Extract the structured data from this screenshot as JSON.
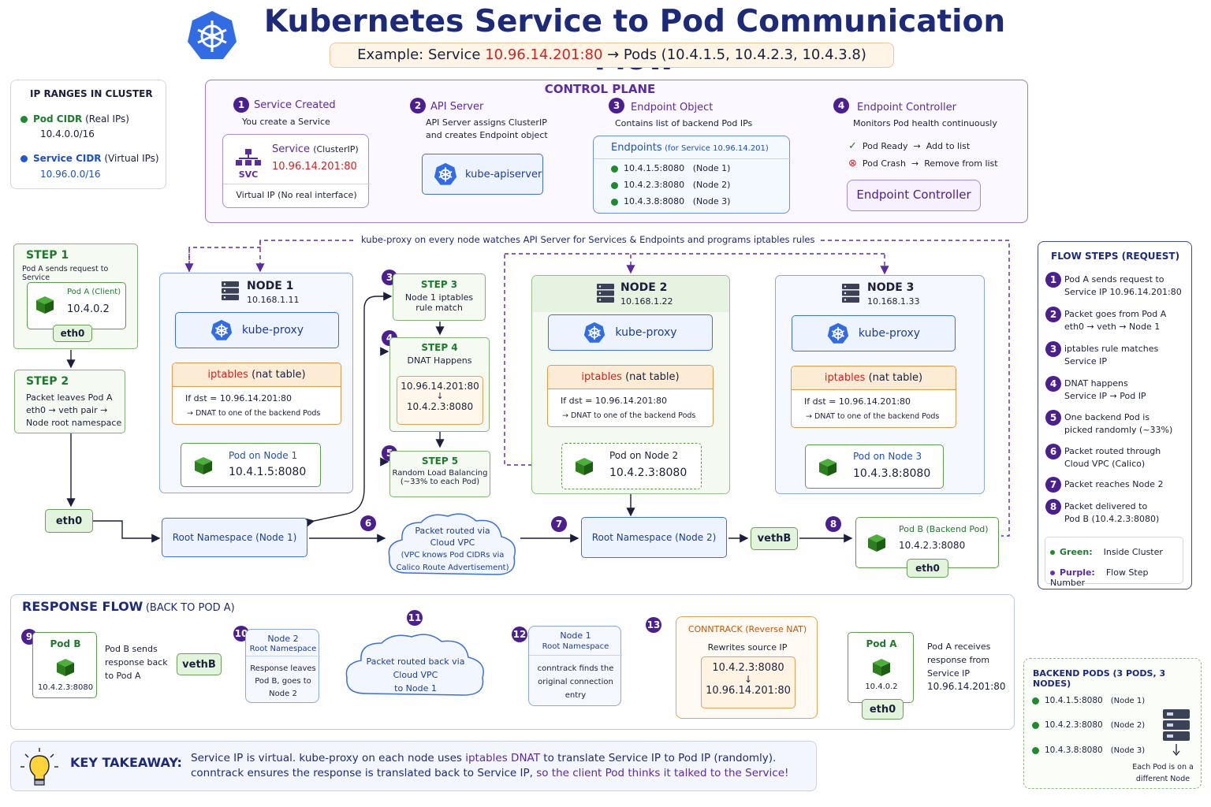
{
  "title": "Kubernetes Service to Pod Communication Flow",
  "subtitle": {
    "prefix": "Example: Service ",
    "service": "10.96.14.201:80",
    "suffix": " → Pods (10.4.1.5, 10.4.2.3, 10.4.3.8)"
  },
  "ip_ranges": {
    "title": "IP RANGES IN CLUSTER",
    "pod_label": "Pod CIDR",
    "pod_note": "(Real IPs)",
    "pod_value": "10.4.0.0/16",
    "svc_label": "Service CIDR",
    "svc_note": "(Virtual IPs)",
    "svc_value": "10.96.0.0/16"
  },
  "control_plane": {
    "title": "CONTROL PLANE",
    "s1": {
      "num": "1",
      "title": "Service Created",
      "desc": "You create a Service",
      "box_title": "Service",
      "box_note": "(ClusterIP)",
      "icon": "SVC",
      "ip": "10.96.14.201:80",
      "footer": "Virtual IP (No real interface)"
    },
    "s2": {
      "num": "2",
      "title": "API Server",
      "desc1": "API Server assigns ClusterIP",
      "desc2": "and creates Endpoint object",
      "box": "kube-apiserver"
    },
    "s3": {
      "num": "3",
      "title": "Endpoint Object",
      "desc": "Contains list of backend Pod IPs",
      "box_title": "Endpoints",
      "box_note": "(for Service 10.96.14.201)",
      "rows": [
        {
          "ip": "10.4.1.5:8080",
          "node": "(Node 1)"
        },
        {
          "ip": "10.4.2.3:8080",
          "node": "(Node 2)"
        },
        {
          "ip": "10.4.3.8:8080",
          "node": "(Node 3)"
        }
      ]
    },
    "s4": {
      "num": "4",
      "title": "Endpoint Controller",
      "desc": "Monitors Pod health continuously",
      "r1a": "Pod Ready",
      "r1b": "Add to list",
      "r2a": "Pod Crash",
      "r2b": "Remove from list",
      "box": "Endpoint Controller"
    }
  },
  "watch_note": "kube-proxy on every node watches API Server for Services & Endpoints and programs iptables rules",
  "step1": {
    "title": "STEP 1",
    "desc": "Pod A sends request to Service",
    "pod_name": "Pod A",
    "pod_note": "(Client)",
    "pod_ip": "10.4.0.2",
    "eth": "eth0"
  },
  "step2": {
    "title": "STEP 2",
    "l1": "Packet leaves Pod A",
    "l2": "eth0 → veth pair →",
    "l3": "Node root namespace"
  },
  "eth0_mid": "eth0",
  "nodes": [
    {
      "name": "NODE 1",
      "ip": "10.168.1.11",
      "proxy": "kube-proxy",
      "ipt": "iptables",
      "ipt_note": "(nat table)",
      "rule1": "If dst = 10.96.14.201:80",
      "rule2": "→ DNAT to one of the backend Pods",
      "pod_title": "Pod on Node 1",
      "pod_ip": "10.4.1.5:8080"
    },
    {
      "name": "NODE 2",
      "ip": "10.168.1.22",
      "proxy": "kube-proxy",
      "ipt": "iptables",
      "ipt_note": "(nat table)",
      "rule1": "If dst = 10.96.14.201:80",
      "rule2": "→ DNAT to one of the backend Pods",
      "pod_title": "Pod on Node 2",
      "pod_ip": "10.4.2.3:8080"
    },
    {
      "name": "NODE 3",
      "ip": "10.168.1.33",
      "proxy": "kube-proxy",
      "ipt": "iptables",
      "ipt_note": "(nat table)",
      "rule1": "If dst = 10.96.14.201:80",
      "rule2": "→ DNAT to one of the backend Pods",
      "pod_title": "Pod on Node 3",
      "pod_ip": "10.4.3.8:8080"
    }
  ],
  "step3": {
    "num": "3",
    "title": "STEP 3",
    "l1": "Node 1 iptables",
    "l2": "rule match"
  },
  "step4": {
    "num": "4",
    "title": "STEP 4",
    "desc": "DNAT Happens",
    "from": "10.96.14.201:80",
    "arrow": "↓",
    "to": "10.4.2.3:8080"
  },
  "step5": {
    "num": "5",
    "title": "STEP 5",
    "l1": "Random Load Balancing",
    "l2": "(~33% to each Pod)"
  },
  "root1": "Root Namespace (Node 1)",
  "n6": "6",
  "cloud": {
    "l1": "Packet routed via",
    "l2": "Cloud VPC",
    "l3": "(VPC knows Pod CIDRs via",
    "l4": "Calico Route Advertisement)"
  },
  "n7": "7",
  "root2": "Root Namespace (Node 2)",
  "vethB": "vethB",
  "n8": "8",
  "podB": {
    "name": "Pod B",
    "note": "(Backend Pod)",
    "ip": "10.4.2.3:8080",
    "eth": "eth0"
  },
  "flow_steps": {
    "title": "FLOW STEPS (REQUEST)",
    "items": [
      {
        "n": "1",
        "l1": "Pod A sends request to",
        "l2": "Service IP 10.96.14.201:80"
      },
      {
        "n": "2",
        "l1": "Packet goes from Pod A",
        "l2": "eth0 → veth → Node 1"
      },
      {
        "n": "3",
        "l1": "iptables rule matches",
        "l2": "Service IP"
      },
      {
        "n": "4",
        "l1": "DNAT happens",
        "l2": "Service IP → Pod IP"
      },
      {
        "n": "5",
        "l1": "One backend Pod is",
        "l2": "picked randomly (~33%)"
      },
      {
        "n": "6",
        "l1": "Packet routed through",
        "l2": "Cloud VPC (Calico)"
      },
      {
        "n": "7",
        "l1": "Packet reaches Node 2",
        "l2": ""
      },
      {
        "n": "8",
        "l1": "Packet delivered to",
        "l2": "Pod B (10.4.2.3:8080)"
      }
    ],
    "legend_green": "Green:",
    "legend_green_v": "Inside Cluster",
    "legend_purple": "Purple:",
    "legend_purple_v": "Flow Step Number"
  },
  "response": {
    "title": "RESPONSE FLOW",
    "sub": "(BACK TO POD A)",
    "n9": "9",
    "podB_name": "Pod B",
    "podB_ip": "10.4.2.3:8080",
    "podB_text1": "Pod B sends",
    "podB_text2": "response back",
    "podB_text3": "to Pod A",
    "vethB": "vethB",
    "n10": "10",
    "n2_title1": "Node 2",
    "n2_title2": "Root Namespace",
    "n2_l1": "Response leaves",
    "n2_l2": "Pod B, goes to",
    "n2_l3": "Node 2",
    "n11": "11",
    "cloud_l1": "Packet routed back via",
    "cloud_l2": "Cloud VPC",
    "cloud_l3": "to Node 1",
    "n12": "12",
    "n1_title1": "Node 1",
    "n1_title2": "Root Namespace",
    "n1_l1": "conntrack finds the",
    "n1_l2": "original connection",
    "n1_l3": "entry",
    "n13": "13",
    "ct_title": "CONNTRACK (Reverse NAT)",
    "ct_desc": "Rewrites source IP",
    "ct_from": "10.4.2.3:8080",
    "ct_arrow": "↓",
    "ct_to": "10.96.14.201:80",
    "podA_name": "Pod A",
    "podA_ip": "10.4.0.2",
    "podA_eth": "eth0",
    "podA_t1": "Pod A receives",
    "podA_t2": "response from",
    "podA_t3": "Service IP",
    "podA_t4": "10.96.14.201:80"
  },
  "backend": {
    "title": "BACKEND PODS (3 PODS, 3 NODES)",
    "rows": [
      {
        "ip": "10.4.1.5:8080",
        "node": "(Node 1)"
      },
      {
        "ip": "10.4.2.3:8080",
        "node": "(Node 2)"
      },
      {
        "ip": "10.4.3.8:8080",
        "node": "(Node 3)"
      }
    ],
    "note1": "Each Pod is on a",
    "note2": "different Node"
  },
  "takeaway": {
    "title": "KEY TAKEAWAY:",
    "l1a": "Service IP is virtual.  kube-proxy on each node uses ",
    "l1b": "iptables DNAT",
    "l1c": " to translate Service IP to Pod IP (randomly).",
    "l2a": "conntrack ensures the response is translated back to Service IP, ",
    "l2b": "so the client Pod thinks it talked to the Service!"
  }
}
